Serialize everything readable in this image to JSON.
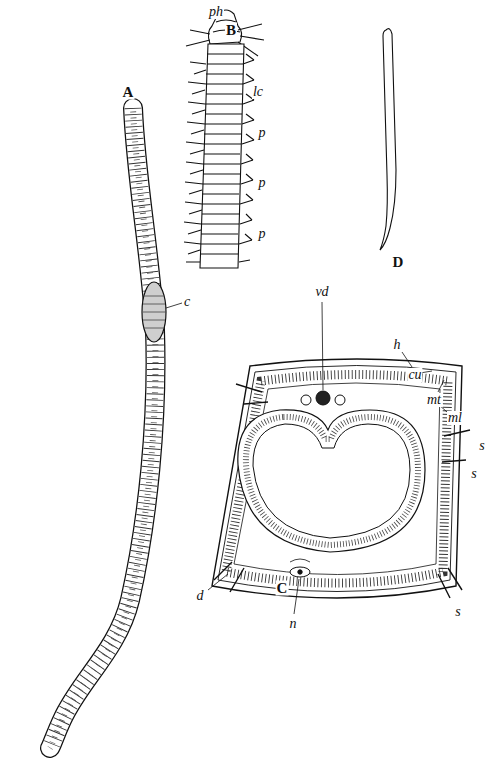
{
  "diagram": {
    "labels": [
      "ph",
      "B",
      "A",
      "lc",
      "p",
      "p",
      "p",
      "D",
      "c",
      "vd",
      "h",
      "cu",
      "mt",
      "ml",
      "s",
      "s",
      "s",
      "C",
      "d",
      "n"
    ]
  }
}
